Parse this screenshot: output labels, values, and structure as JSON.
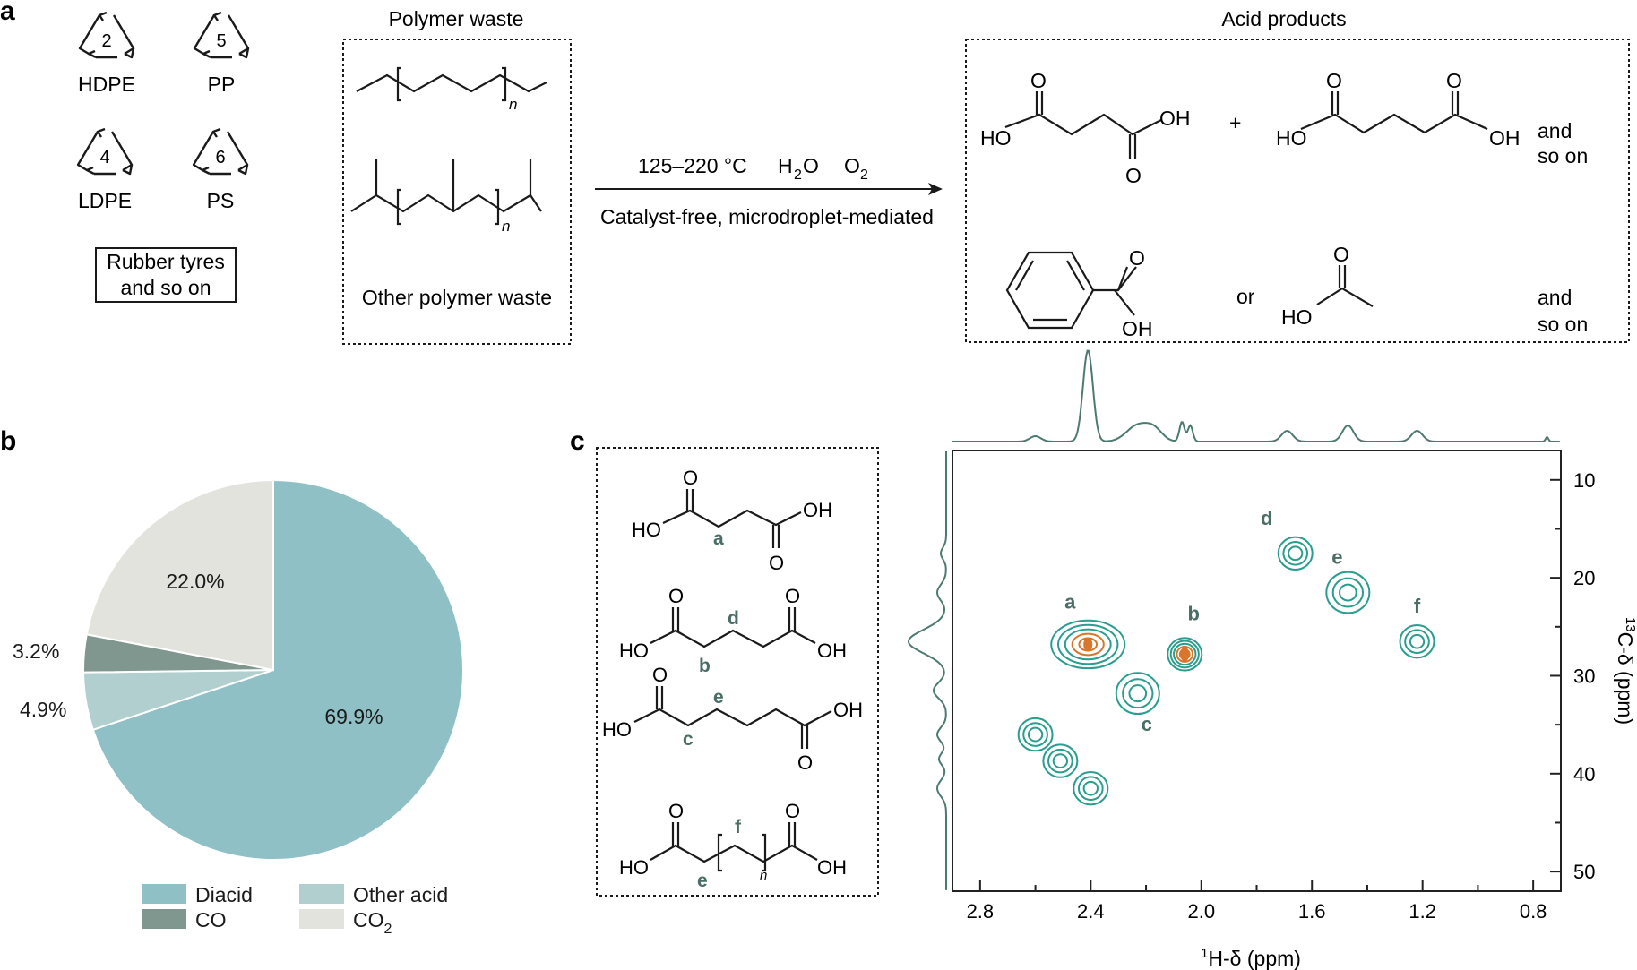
{
  "panel_labels": {
    "a": "a",
    "b": "b",
    "c": "c"
  },
  "panel_a": {
    "recycle_codes": [
      {
        "code": "2",
        "label": "HDPE"
      },
      {
        "code": "5",
        "label": "PP"
      },
      {
        "code": "4",
        "label": "LDPE"
      },
      {
        "code": "6",
        "label": "PS"
      }
    ],
    "rubber_box": {
      "line1": "Rubber tyres",
      "line2": "and so on"
    },
    "polymer_box": {
      "title": "Polymer waste",
      "n1": "n",
      "n2": "n",
      "other": "Other polymer waste"
    },
    "reaction": {
      "temp": "125–220 °C",
      "water_main": "H",
      "water_sub": "2",
      "water_tail": "O",
      "oxygen_main": "O",
      "oxygen_sub": "2",
      "condition": "Catalyst-free, microdroplet-mediated"
    },
    "products_box": {
      "title": "Acid products",
      "plus": "+",
      "or": "or",
      "and1": "and",
      "soon1": "so on",
      "and2": "and",
      "soon2": "so on",
      "atom_HO": "HO",
      "atom_OH": "OH",
      "atom_O": "O"
    }
  },
  "panel_b": {
    "chart_data": {
      "type": "pie",
      "slices": [
        {
          "name": "Diacid",
          "value": 69.9,
          "label": "69.9%",
          "color": "#8fc0c5"
        },
        {
          "name": "Other acid",
          "value": 4.9,
          "label": "4.9%",
          "color": "#b2cfcf"
        },
        {
          "name": "CO",
          "value": 3.2,
          "label": "3.2%",
          "color": "#7f978e"
        },
        {
          "name": "CO2",
          "value": 22.0,
          "label": "22.0%",
          "color": "#e2e3dd"
        }
      ],
      "legend": [
        {
          "main": "Diacid",
          "sub": "",
          "color": "#8fc0c5"
        },
        {
          "main": "Other acid",
          "sub": "",
          "color": "#b2cfcf"
        },
        {
          "main": "CO",
          "sub": "",
          "color": "#7f978e"
        },
        {
          "main": "CO",
          "sub": "2",
          "color": "#e2e3dd"
        }
      ],
      "legend_position": "bottom"
    }
  },
  "panel_c": {
    "structure_labels": {
      "a": "a",
      "b": "b",
      "c": "c",
      "d": "d",
      "e": "e",
      "f": "f",
      "n": "n"
    },
    "atom_HO": "HO",
    "atom_OH": "OH",
    "atom_O": "O",
    "chart_data": {
      "type": "scatter",
      "x_label_sup": "1",
      "x_label": "H-δ (ppm)",
      "y_label_sup": "13",
      "y_label": "C-δ (ppm)",
      "xlim": [
        2.9,
        0.7
      ],
      "ylim": [
        7,
        52
      ],
      "x_ticks": [
        "2.8",
        "2.4",
        "2.0",
        "1.6",
        "1.2",
        "0.8"
      ],
      "y_ticks": [
        "10",
        "20",
        "30",
        "40",
        "50"
      ],
      "peaks": [
        {
          "label": "a",
          "x": 2.41,
          "y": 26.8,
          "intense": true
        },
        {
          "label": "b",
          "x": 2.06,
          "y": 27.8,
          "intense": true
        },
        {
          "label": "c",
          "x": 2.23,
          "y": 31.8,
          "intense": false
        },
        {
          "label": "d",
          "x": 1.66,
          "y": 17.5,
          "intense": false
        },
        {
          "label": "e",
          "x": 1.47,
          "y": 21.5,
          "intense": false
        },
        {
          "label": "f",
          "x": 1.22,
          "y": 26.5,
          "intense": false
        },
        {
          "label": "",
          "x": 2.6,
          "y": 36.0,
          "intense": false
        },
        {
          "label": "",
          "x": 2.51,
          "y": 38.7,
          "intense": false
        },
        {
          "label": "",
          "x": 2.4,
          "y": 41.5,
          "intense": false
        }
      ],
      "colors": {
        "contour": "#2a9d8f",
        "core": "#d9762c",
        "frame": "#222222",
        "projection": "#4d7a70"
      }
    }
  }
}
